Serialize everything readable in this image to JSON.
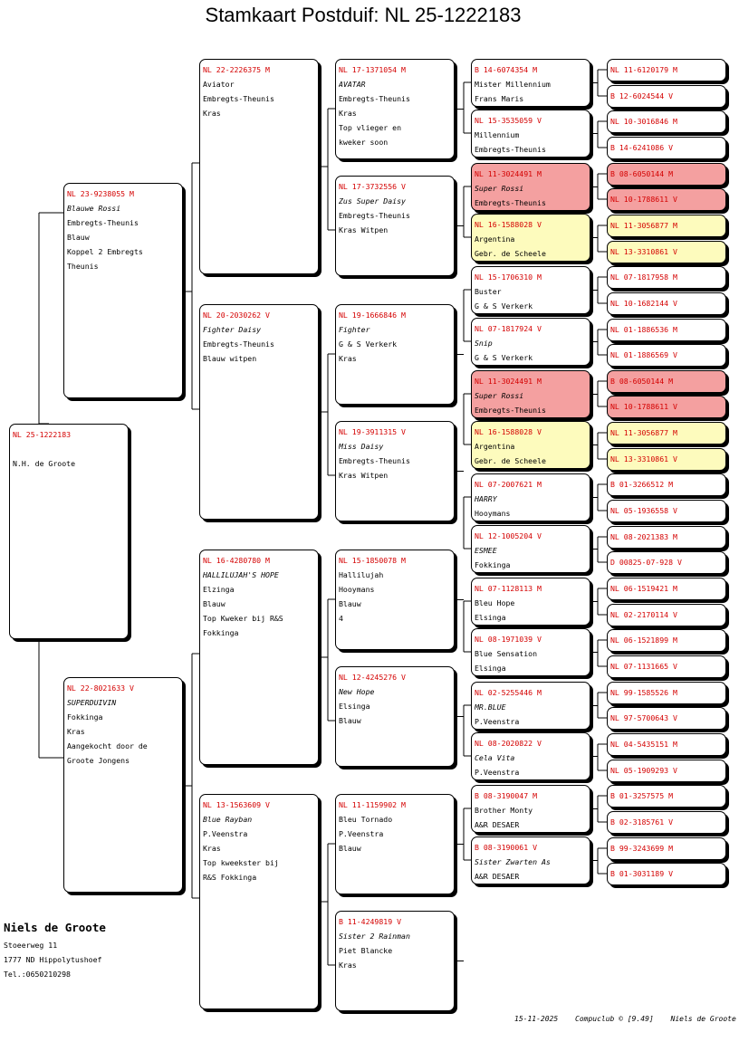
{
  "title": "Stamkaart Postduif: NL  25-1222183",
  "subject": {
    "id": "NL  25-1222183",
    "lines": [
      "",
      "N.H. de Groote"
    ]
  },
  "sire": {
    "id": "NL  23-9238055 M",
    "lines": [
      "Blauwe Rossi",
      "Embregts-Theunis",
      "Blauw",
      "Koppel 2 Embregts",
      "Theunis"
    ]
  },
  "dam": {
    "id": "NL  22-8021633 V",
    "lines": [
      "SUPERDUIVIN",
      "Fokkinga",
      "Kras",
      "Aangekocht door de",
      "Groote Jongens"
    ]
  },
  "gen2": [
    {
      "id": "NL  22-2226375 M",
      "lines": [
        "Aviator",
        "Embregts-Theunis",
        "Kras"
      ]
    },
    {
      "id": "NL  20-2030262 V",
      "lines": [
        "Fighter Daisy",
        "Embregts-Theunis",
        "Blauw witpen"
      ]
    },
    {
      "id": "NL  16-4280780 M",
      "lines": [
        "HALLILUJAH'S HOPE",
        "Elzinga",
        "Blauw",
        "Top Kweker bij R&S",
        "Fokkinga"
      ]
    },
    {
      "id": "NL  13-1563609 V",
      "lines": [
        "Blue Rayban",
        "P.Veenstra",
        "Kras",
        "Top kweekster bij",
        "R&S Fokkinga"
      ]
    }
  ],
  "gen3": [
    {
      "id": "NL  17-1371054 M",
      "lines": [
        "AVATAR",
        "Embregts-Theunis",
        "Kras",
        "Top vlieger en",
        "kweker soon"
      ]
    },
    {
      "id": "NL  17-3732556 V",
      "lines": [
        "Zus Super Daisy",
        "Embregts-Theunis",
        "Kras Witpen"
      ]
    },
    {
      "id": "NL  19-1666846 M",
      "lines": [
        "Fighter",
        "G & S Verkerk",
        "Kras"
      ]
    },
    {
      "id": "NL  19-3911315 V",
      "lines": [
        "Miss Daisy",
        "Embregts-Theunis",
        "Kras Witpen"
      ]
    },
    {
      "id": "NL  15-1850078 M",
      "lines": [
        "Hallilujah",
        "Hooymans",
        "Blauw",
        "4"
      ]
    },
    {
      "id": "NL  12-4245276 V",
      "lines": [
        "New Hope",
        "Elsinga",
        "Blauw"
      ]
    },
    {
      "id": "NL  11-1159902 M",
      "lines": [
        "Bleu Tornado",
        "P.Veenstra",
        "Blauw"
      ]
    },
    {
      "id": "B   11-4249819 V",
      "lines": [
        "Sister 2 Rainman",
        "Piet Blancke",
        "Kras"
      ]
    }
  ],
  "gen4": [
    {
      "id": "B   14-6074354 M",
      "lines": [
        "Mister Millennium",
        "Frans Maris"
      ]
    },
    {
      "id": "NL  15-3535059 V",
      "lines": [
        "Millennium",
        "Embregts-Theunis"
      ]
    },
    {
      "id": "NL  11-3024491 M",
      "lines": [
        "Super Rossi",
        "Embregts-Theunis"
      ]
    },
    {
      "id": "NL  16-1588028 V",
      "lines": [
        "Argentina",
        "Gebr. de Scheele"
      ]
    },
    {
      "id": "NL  15-1706310 M",
      "lines": [
        "Buster",
        "G & S Verkerk"
      ]
    },
    {
      "id": "NL  07-1817924 V",
      "lines": [
        "Snip",
        "G & S Verkerk"
      ]
    },
    {
      "id": "NL  11-3024491 M",
      "lines": [
        "Super Rossi",
        "Embregts-Theunis"
      ]
    },
    {
      "id": "NL  16-1588028 V",
      "lines": [
        "Argentina",
        "Gebr. de Scheele"
      ]
    },
    {
      "id": "NL  07-2007621 M",
      "lines": [
        "HARRY",
        "Hooymans"
      ]
    },
    {
      "id": "NL  12-1005204 V",
      "lines": [
        "ESMEE",
        "Fokkinga"
      ]
    },
    {
      "id": "NL  07-1128113 M",
      "lines": [
        "Bleu Hope",
        "Elsinga"
      ]
    },
    {
      "id": "NL  08-1971039 V",
      "lines": [
        "Blue Sensation",
        "Elsinga"
      ]
    },
    {
      "id": "NL  02-5255446 M",
      "lines": [
        "MR.BLUE",
        "P.Veenstra"
      ]
    },
    {
      "id": "NL  08-2020822 V",
      "lines": [
        "Cela Vita",
        "P.Veenstra"
      ]
    },
    {
      "id": "B   08-3190047 M",
      "lines": [
        "Brother Monty",
        "A&R DESAER"
      ]
    },
    {
      "id": "B   08-3190061 V",
      "lines": [
        "Sister Zwarten As",
        "A&R DESAER"
      ]
    }
  ],
  "gen5": [
    "NL  11-6120179 M",
    "B   12-6024544 V",
    "NL  10-3016846 M",
    "B   14-6241086 V",
    "B   08-6050144 M",
    "NL  10-1788611 V",
    "NL  11-3056877 M",
    "NL  13-3310861 V",
    "NL  07-1817958 M",
    "NL  10-1682144 V",
    "NL  01-1886536 M",
    "NL  01-1886569 V",
    "B   08-6050144 M",
    "NL  10-1788611 V",
    "NL  11-3056877 M",
    "NL  13-3310861 V",
    "B   01-3266512 M",
    "NL  05-1936558 V",
    "NL  08-2021383 M",
    "D   00825-07-928 V",
    "NL  06-1519421 M",
    "NL  02-2170114 V",
    "NL  06-1521899 M",
    "NL  07-1131665 V",
    "NL  99-1585526 M",
    "NL  97-5700643 V",
    "NL  04-5435151 M",
    "NL  05-1909293 V",
    "B   01-3257575 M",
    "B   02-3185761 V",
    "B   99-3243699 M",
    "B   01-3031189 V"
  ],
  "gen4_highlight": [
    "",
    "",
    "rossi",
    "yellow",
    "",
    "",
    "rossi",
    "yellow",
    "",
    "",
    "",
    "",
    "",
    "",
    "",
    ""
  ],
  "gen4_italic": [
    false,
    false,
    true,
    false,
    false,
    true,
    true,
    false,
    true,
    true,
    false,
    false,
    true,
    true,
    false,
    true
  ],
  "gen5_highlight": [
    "",
    "",
    "",
    "",
    "rossi",
    "rossi",
    "yellow",
    "yellow",
    "",
    "",
    "",
    "",
    "rossi",
    "rossi",
    "yellow",
    "yellow",
    "",
    "",
    "",
    "",
    "",
    "",
    "",
    "",
    "",
    "",
    "",
    "",
    "",
    "",
    "",
    ""
  ],
  "gen2_italic": [
    false,
    true,
    true,
    true
  ],
  "gen3_italic": [
    true,
    true,
    true,
    true,
    false,
    true,
    false,
    true
  ],
  "sire_italic": true,
  "dam_italic": true,
  "owner": {
    "name": "Niels de Groote",
    "street": "Stoeerweg 11",
    "city": "1777 ND  Hippolytushoef",
    "phone": "Tel.:0650210298"
  },
  "footer": {
    "date": "15-11-2025",
    "program": "Compuclub © [9.49]",
    "breeder": "Niels de Groote"
  },
  "colors": {
    "id_text": "#d40000",
    "rossi": "#f4a0a0",
    "yellow": "#fdfbbd"
  }
}
